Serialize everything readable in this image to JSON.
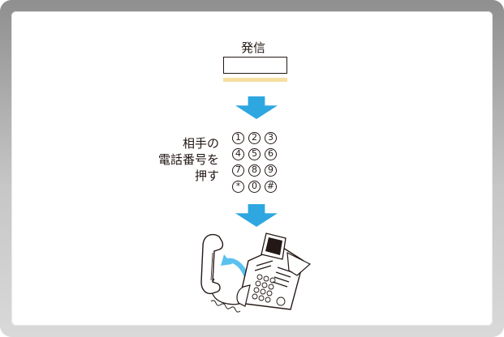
{
  "step1": {
    "label": "発信",
    "button_color": "#f6dfa0"
  },
  "step2": {
    "instruction_lines": [
      "相手の",
      "電話番号を",
      "押す"
    ],
    "keypad": [
      [
        "1",
        "2",
        "3"
      ],
      [
        "4",
        "5",
        "6"
      ],
      [
        "7",
        "8",
        "9"
      ],
      [
        "*",
        "0",
        "#"
      ]
    ]
  },
  "arrow_color": "#2ea7e0",
  "illustration": {
    "icon": "desk-phone-handset-lifted-icon",
    "motion_arrow_color": "#5bc2ef"
  }
}
